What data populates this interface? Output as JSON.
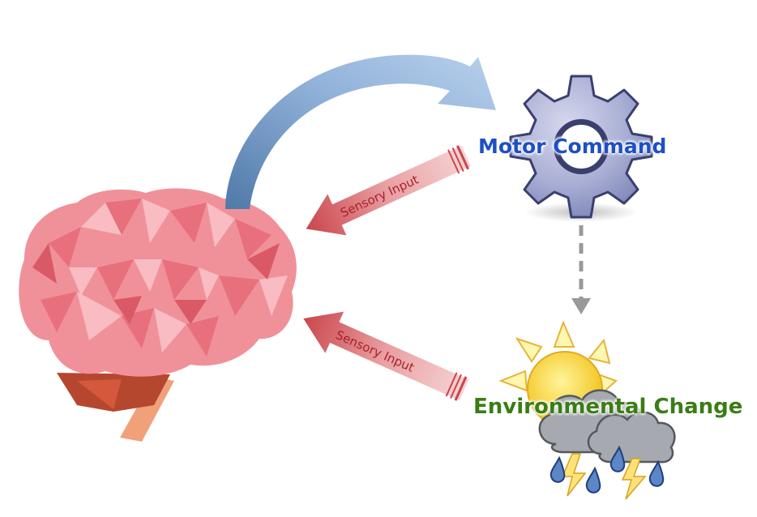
{
  "diagram": {
    "nodes": {
      "motor": {
        "label": "Motor Command",
        "icon": "gear-icon",
        "color": "#1e4fc4"
      },
      "environment": {
        "label": "Environmental Change",
        "icon": "storm-weather-icon",
        "color": "#3a7d14"
      },
      "brain": {
        "icon": "brain-icon"
      }
    },
    "arrows": {
      "sensory_top": {
        "label": "Sensory Input"
      },
      "sensory_bottom": {
        "label": "Sensory Input"
      }
    }
  }
}
